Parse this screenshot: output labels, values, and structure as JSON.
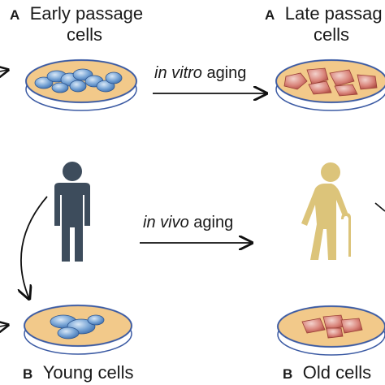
{
  "panels": {
    "top_left": {
      "letter": "A",
      "caption_line1": "Early passage",
      "caption_line2": "cells"
    },
    "top_right": {
      "letter": "A",
      "caption_line1": "Late passag",
      "caption_line2": "cells"
    },
    "bottom_left": {
      "letter": "B",
      "caption": "Young cells"
    },
    "bottom_right": {
      "letter": "B",
      "caption": "Old cells"
    }
  },
  "arrows": {
    "top": {
      "italic": "in vitro",
      "rest": " aging"
    },
    "bottom": {
      "italic": "in vivo",
      "rest": " aging"
    }
  },
  "colors": {
    "dish_medium": "#f2c98a",
    "dish_rim": "#3b5aa3",
    "young_cell": "#7aa6d6",
    "old_cell": "#d9847a",
    "person_young": "#3d4c5c",
    "person_old": "#dcc47a"
  },
  "icons": {
    "young": "standing-person-icon",
    "old": "elderly-person-with-cane-icon"
  }
}
